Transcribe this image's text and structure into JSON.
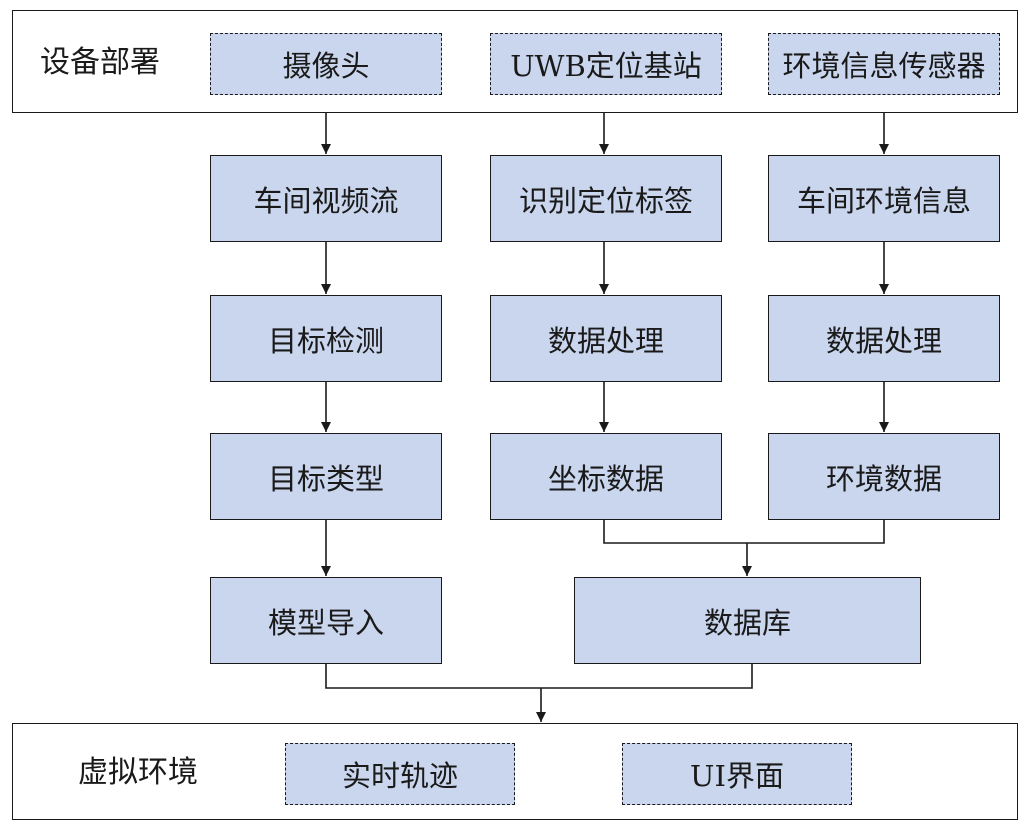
{
  "diagram": {
    "top_group": {
      "label": "设备部署",
      "devices": [
        "摄像头",
        "UWB定位基站",
        "环境信息传感器"
      ]
    },
    "columns": [
      {
        "steps": [
          "车间视频流",
          "目标检测",
          "目标类型",
          "模型导入"
        ]
      },
      {
        "steps": [
          "识别定位标签",
          "数据处理",
          "坐标数据"
        ]
      },
      {
        "steps": [
          "车间环境信息",
          "数据处理",
          "环境数据"
        ]
      }
    ],
    "database": "数据库",
    "bottom_group": {
      "label": "虚拟环境",
      "outputs": [
        "实时轨迹",
        "UI界面"
      ]
    }
  }
}
